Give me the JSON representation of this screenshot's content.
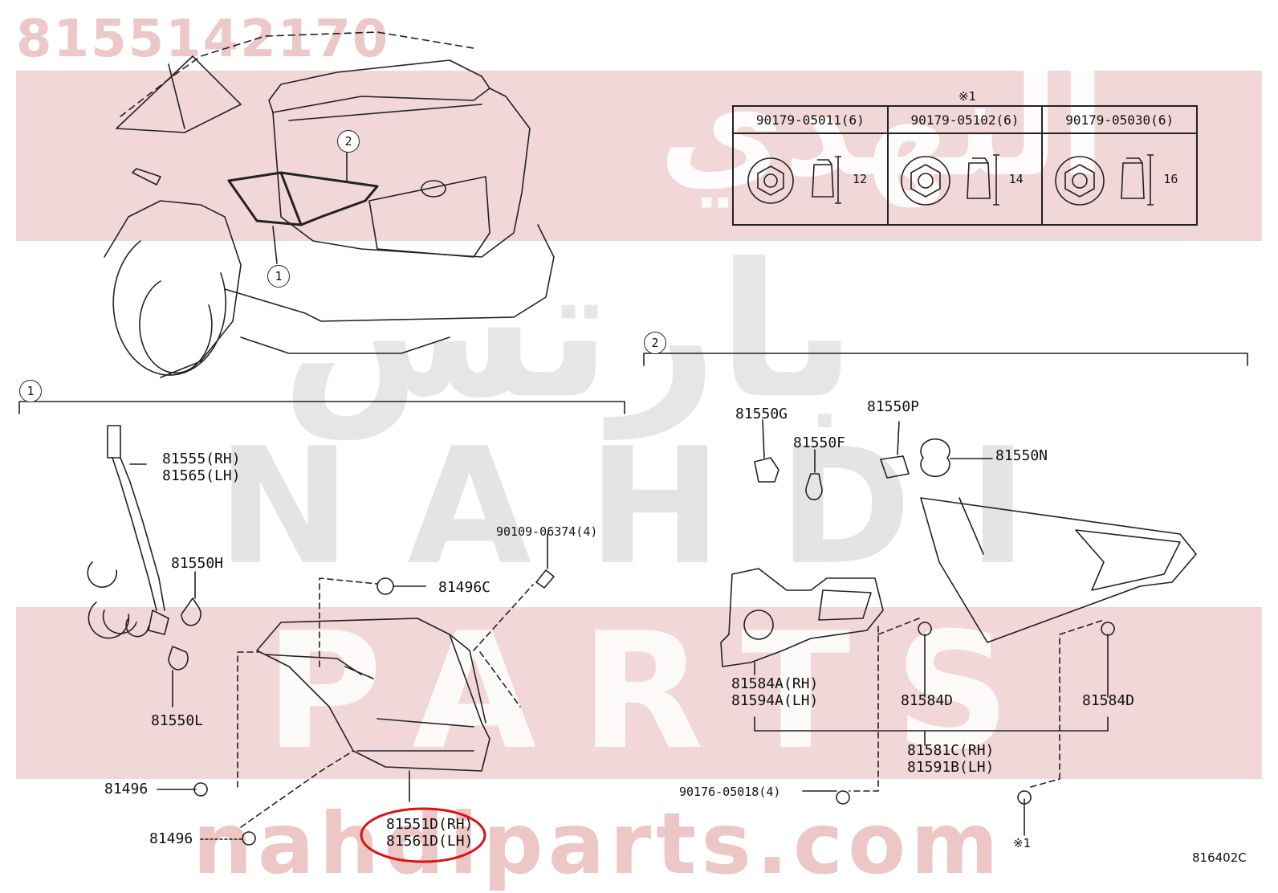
{
  "watermark": {
    "part_number": "8155142170",
    "arabic_top": "النهدي",
    "arabic_mid": "بارتس",
    "latin_big": "NAHDI",
    "latin_parts": "PARTS",
    "website": "nahdiparts.com"
  },
  "colors": {
    "watermark_red": "#e8b0b0",
    "highlight_circle": "#e01010",
    "line": "#222222"
  },
  "fastener_table": {
    "note": "※1",
    "columns": [
      {
        "part": "90179-05011(6)",
        "dimension": "12"
      },
      {
        "part": "90179-05102(6)",
        "dimension": "14"
      },
      {
        "part": "90179-05030(6)",
        "dimension": "16"
      }
    ]
  },
  "callouts": {
    "one": "1",
    "two": "2"
  },
  "section_1_labels": {
    "socket_wire_rh": "81555(RH)",
    "socket_wire_lh": "81565(LH)",
    "bulb_h": "81550H",
    "bulb_l": "81550L",
    "screw": "90109-06374(4)",
    "clip_c": "81496C",
    "clip_1": "81496",
    "clip_2": "81496",
    "lamp_rh": "81551D(RH)",
    "lamp_lh": "81561D(LH)"
  },
  "section_2_labels": {
    "bulb_g": "81550G",
    "bulb_f": "81550F",
    "socket_p": "81550P",
    "bulb_n": "81550N",
    "gasket_rh": "81584A(RH)",
    "gasket_lh": "81594A(LH)",
    "nut_d1": "81584D",
    "nut_d2": "81584D",
    "lens_rh": "81581C(RH)",
    "lens_lh": "81591B(LH)",
    "nut_set": "90176-05018(4)",
    "note_ref": "※1"
  },
  "diagram_code": "816402C"
}
